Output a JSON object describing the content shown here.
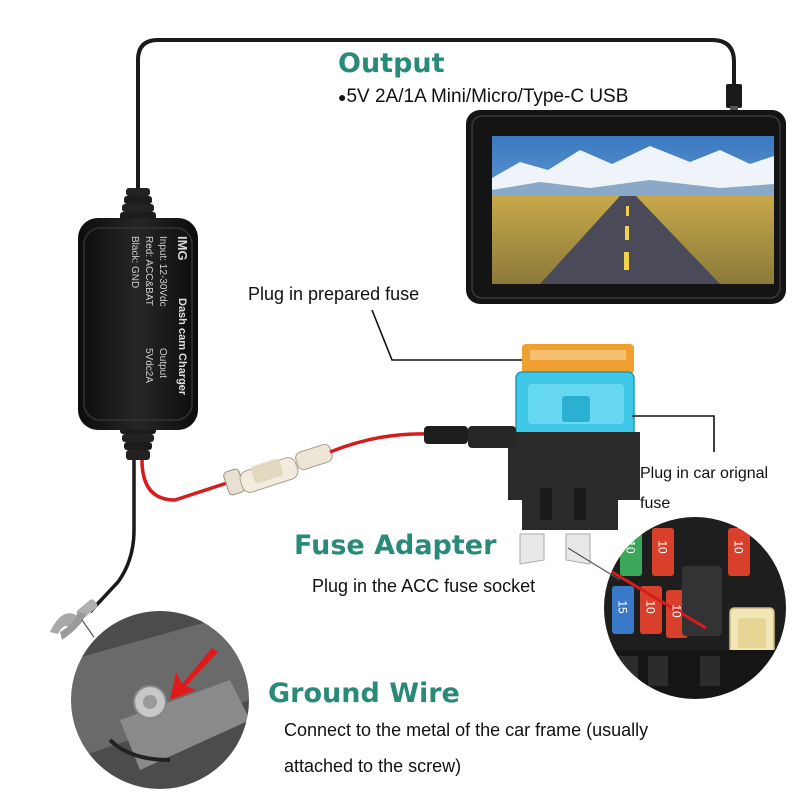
{
  "colors": {
    "heading": "#2a8a78",
    "cable": "#1a1a1a",
    "red_wire": "#d61c1c",
    "charger_body": "#151515",
    "fuse_top": "#f0a030",
    "fuse_body": "#40c8e8",
    "screen_sky": "#4a88c8",
    "screen_field": "#c8a848",
    "road": "#4a4a58",
    "fuse_red": "#d8402c",
    "fuse_green": "#3aa858",
    "fuse_blue": "#3a78c8"
  },
  "output": {
    "title": "Output",
    "spec": "5V 2A/1A Mini/Micro/Type-C USB"
  },
  "callouts": {
    "prepared_fuse": "Plug in prepared fuse",
    "car_fuse_line1": "Plug in car orignal",
    "car_fuse_line2": "fuse"
  },
  "fuse_adapter": {
    "title": "Fuse Adapter",
    "description": "Plug in the ACC fuse socket"
  },
  "ground_wire": {
    "title": "Ground Wire",
    "description_line1": "Connect to the metal of the car frame (usually",
    "description_line2": "attached to the screw)"
  },
  "charger_box": {
    "brand": "IMG",
    "name": "Dash cam Charger",
    "input": "Input: 12-30Vdc",
    "output_label": "Output",
    "red": "Red: ACC&BAT",
    "output_value": "5Vdc2A",
    "black": "Black: GND"
  },
  "fuse_box_labels": {
    "f1": "10",
    "f2": "10",
    "f3": "10",
    "f4": "15",
    "f5": "10",
    "f6": "10"
  }
}
